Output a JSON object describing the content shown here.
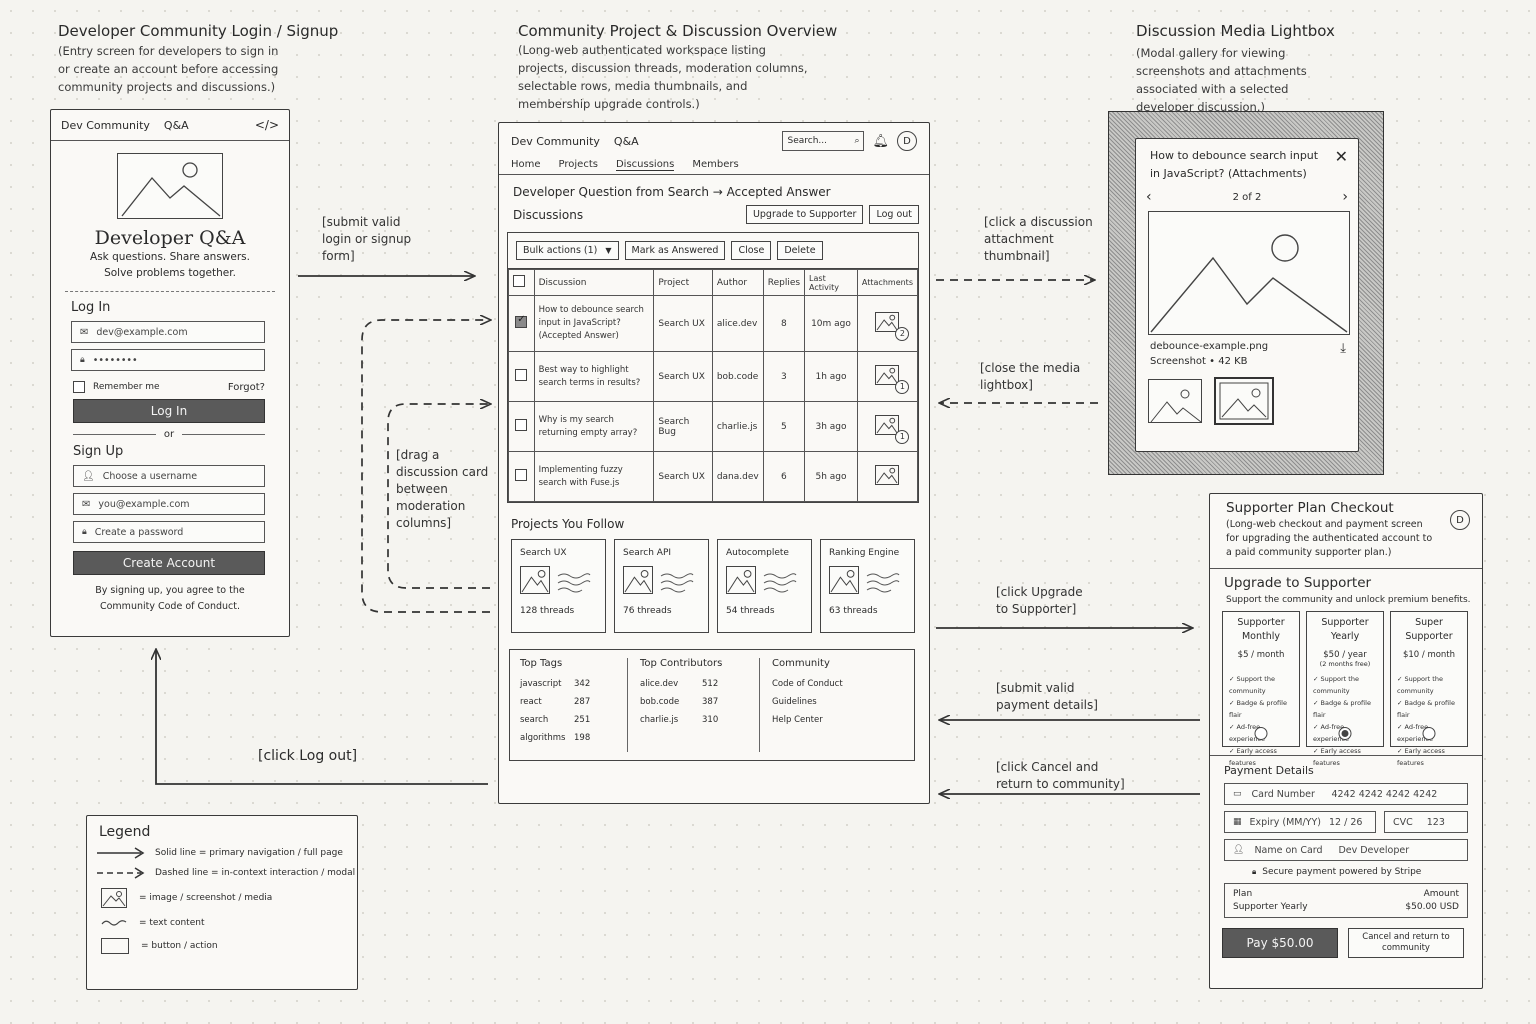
{
  "login_screen": {
    "heading": "Developer Community Login / Signup",
    "description": "(Entry screen for developers to sign in or create an account before accessing community projects and discussions.)",
    "app_name": "Dev Community",
    "nav_link": "Q&A",
    "code_icon": "</>",
    "hero_title": "Developer Q&A",
    "hero_subtitle": "Ask questions. Share answers. Solve problems together.",
    "login_label": "Log In",
    "email_value": "dev@example.com",
    "password_value": "••••••••",
    "remember_label": "Remember me",
    "forgot_link": "Forgot?",
    "login_button": "Log In",
    "or_text": "or",
    "signup_label": "Sign Up",
    "username_placeholder": "Choose a username",
    "signup_email_placeholder": "you@example.com",
    "signup_password_placeholder": "Create a password",
    "create_button": "Create Account",
    "terms_text": "By signing up, you agree to the Community Code of Conduct."
  },
  "overview_screen": {
    "heading": "Community Project & Discussion Overview",
    "description": "(Long-web authenticated workspace listing projects, discussion threads, moderation columns, selectable rows, media thumbnails, and membership upgrade controls.)",
    "app_name": "Dev Community",
    "nav_link": "Q&A",
    "search_placeholder": "Search...",
    "avatar_letter": "D",
    "tabs": [
      "Home",
      "Projects",
      "Discussions",
      "Members"
    ],
    "breadcrumb": "Developer Question from Search → Accepted Answer",
    "section_title": "Discussions",
    "upgrade_button": "Upgrade to Supporter",
    "logout_button": "Log out",
    "bulk_actions": "Bulk actions (1)",
    "mark_answered": "Mark as Answered",
    "close_button": "Close",
    "delete_button": "Delete",
    "columns": [
      "Discussion",
      "Project",
      "Author",
      "Replies",
      "Last Activity",
      "Attachments"
    ],
    "rows": [
      {
        "title": "How to debounce search input in JavaScript? (Accepted Answer)",
        "project": "Search UX",
        "author": "alice.dev",
        "replies": "8",
        "activity": "10m ago",
        "attachments": "2",
        "checked": true
      },
      {
        "title": "Best way to highlight search terms in results?",
        "project": "Search UX",
        "author": "bob.code",
        "replies": "3",
        "activity": "1h ago",
        "attachments": "1",
        "checked": false
      },
      {
        "title": "Why is my search returning empty array?",
        "project": "Search Bug",
        "author": "charlie.js",
        "replies": "5",
        "activity": "3h ago",
        "attachments": "1",
        "checked": false
      },
      {
        "title": "Implementing fuzzy search with Fuse.js",
        "project": "Search UX",
        "author": "dana.dev",
        "replies": "6",
        "activity": "5h ago",
        "attachments": "",
        "checked": false
      }
    ],
    "projects_title": "Projects You Follow",
    "projects": [
      {
        "name": "Search UX",
        "threads": "128 threads"
      },
      {
        "name": "Search API",
        "threads": "76 threads"
      },
      {
        "name": "Autocomplete",
        "threads": "54 threads"
      },
      {
        "name": "Ranking Engine",
        "threads": "63 threads"
      }
    ],
    "top_tags_title": "Top Tags",
    "top_tags": [
      {
        "name": "javascript",
        "count": "342"
      },
      {
        "name": "react",
        "count": "287"
      },
      {
        "name": "search",
        "count": "251"
      },
      {
        "name": "algorithms",
        "count": "198"
      }
    ],
    "contributors_title": "Top Contributors",
    "contributors": [
      {
        "name": "alice.dev",
        "count": "512"
      },
      {
        "name": "bob.code",
        "count": "387"
      },
      {
        "name": "charlie.js",
        "count": "310"
      }
    ],
    "community_title": "Community",
    "community_links": [
      "Code of Conduct",
      "Guidelines",
      "Help Center"
    ]
  },
  "lightbox_screen": {
    "heading": "Discussion Media Lightbox",
    "description": "(Modal gallery for viewing screenshots and attachments associated with a selected developer discussion.)",
    "modal_title": "How to debounce search input in JavaScript? (Attachments)",
    "pager": "2 of 2",
    "file_name": "debounce-example.png",
    "file_meta": "Screenshot • 42 KB"
  },
  "checkout_screen": {
    "heading": "Supporter Plan Checkout",
    "description": "(Long-web checkout and payment screen for upgrading the authenticated account to a paid community supporter plan.)",
    "avatar_letter": "D",
    "title": "Upgrade to Supporter",
    "subtitle": "Support the community and unlock premium benefits.",
    "plans": [
      {
        "name": "Supporter Monthly",
        "price": "$5 / month",
        "note": "",
        "selected": false
      },
      {
        "name": "Supporter Yearly",
        "price": "$50 / year",
        "note": "(2 months free)",
        "selected": true
      },
      {
        "name": "Super Supporter",
        "price": "$10 / month",
        "note": "",
        "selected": false
      }
    ],
    "features": [
      "Support the community",
      "Badge & profile flair",
      "Ad-free experience",
      "Early access features"
    ],
    "payment_title": "Payment Details",
    "card_label": "Card Number",
    "card_value": "4242 4242 4242 4242",
    "expiry_label": "Expiry (MM/YY)",
    "expiry_value": "12 / 26",
    "cvc_label": "CVC",
    "cvc_value": "123",
    "name_label": "Name on Card",
    "name_value": "Dev Developer",
    "secure_text": "Secure payment powered by Stripe",
    "plan_label": "Plan",
    "plan_value": "Supporter Yearly",
    "amount_label": "Amount",
    "amount_value": "$50.00 USD",
    "pay_button": "Pay $50.00",
    "cancel_button": "Cancel and return to community"
  },
  "flows": {
    "login_to_overview": "[submit valid login or signup form]",
    "drag_card": "[drag a discussion card between moderation columns]",
    "click_attachment": "[click a discussion attachment thumbnail]",
    "close_lightbox": "[close the media lightbox]",
    "click_upgrade": "[click Upgrade to Supporter]",
    "submit_payment": "[submit valid payment details]",
    "cancel_checkout": "[click Cancel and return to community]",
    "click_logout": "[click Log out]"
  },
  "legend": {
    "title": "Legend",
    "items": [
      "Solid line = primary navigation / full page",
      "Dashed line = in-context interaction / modal",
      "= image / screenshot / media",
      "= text content",
      "= button / action"
    ]
  }
}
